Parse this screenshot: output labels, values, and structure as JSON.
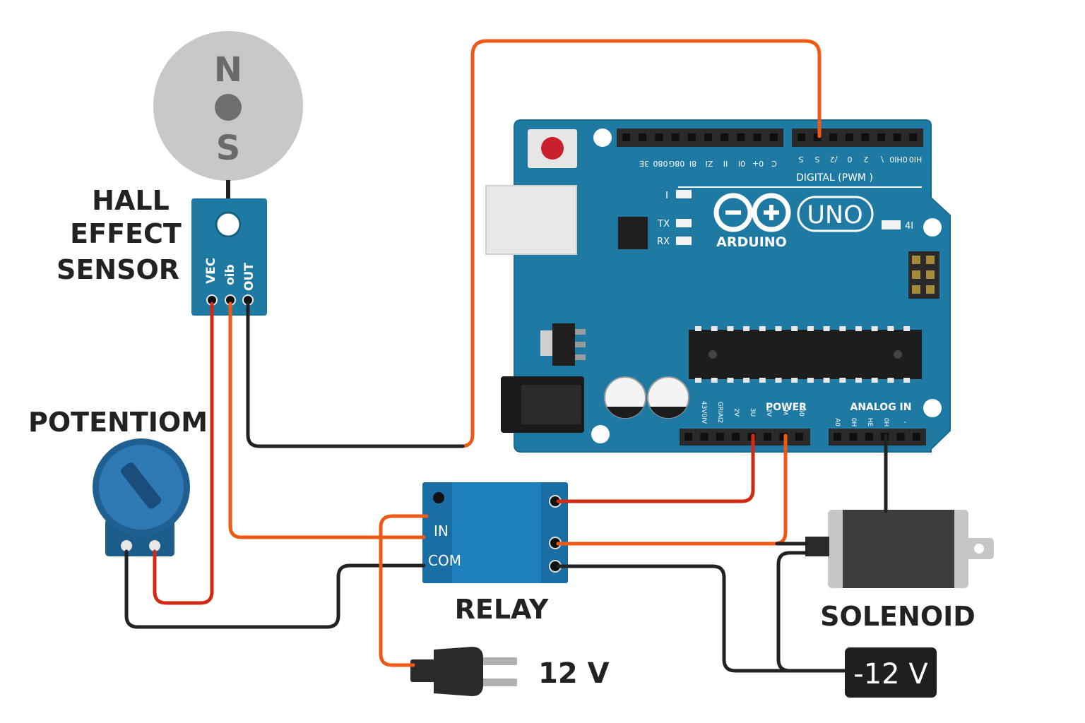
{
  "colors": {
    "board": "#1f7aa3",
    "board_edge": "#196b90",
    "relay_body": "#1e7fbf",
    "relay_base": "#1a6ea4",
    "wire_red": "#d22a12",
    "wire_orange": "#ee5a16",
    "wire_black": "#222222",
    "magnet": "#c8c8c8",
    "header": "#2a2a2a"
  },
  "magnet": {
    "north": "N",
    "south": "S"
  },
  "hall_sensor": {
    "title_lines": [
      "HALL",
      "EFFECT",
      "SENSOR"
    ],
    "pins": [
      "VEC",
      "oib",
      "OUT"
    ]
  },
  "potentiometer": {
    "label": "POTENTIOM"
  },
  "relay": {
    "label": "RELAY",
    "in_label": "IN",
    "com_label": "COM"
  },
  "solenoid": {
    "label": "SOLENOID"
  },
  "power_plug": {
    "label": "12 V"
  },
  "battery": {
    "label": "-12 V"
  },
  "arduino": {
    "logo_text": "ARDUINO",
    "model": "UNO",
    "digital_label": "DIGITAL (PWM  )",
    "power_label": "POWER",
    "analog_label": "ANALOG  IN",
    "tx_label": "TX",
    "rx_label": "RX",
    "l_label": "I",
    "on_label": "4I",
    "digital_pins_left": [
      "3E",
      "080",
      "08G",
      "8I",
      "ZI",
      "II",
      "0I",
      "0+",
      "C"
    ],
    "digital_pins_right": [
      "S",
      "S",
      "/2",
      "0",
      "2",
      "\\",
      "0HI0",
      "HI0"
    ],
    "power_pins": [
      "43V0IV",
      "GRIAI2",
      "2V",
      "3U",
      "3V",
      "M",
      "60"
    ],
    "analog_pins": [
      "A0",
      "0H",
      "HE",
      "0H",
      "'"
    ]
  }
}
